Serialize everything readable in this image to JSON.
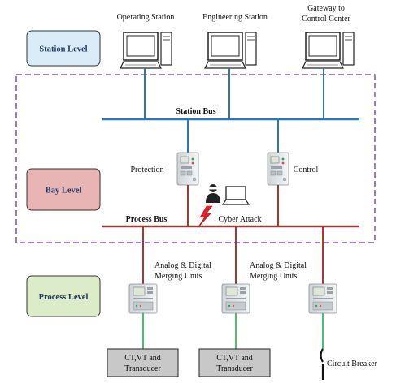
{
  "levels": {
    "station": {
      "label": "Station Level",
      "fill": "#d9ecf7"
    },
    "bay": {
      "label": "Bay Level",
      "fill": "#e8b4b4"
    },
    "process": {
      "label": "Process Level",
      "fill": "#dcecc8"
    }
  },
  "computers": {
    "operating": "Operating Station",
    "engineering": "Engineering Station",
    "gateway_line1": "Gateway to",
    "gateway_line2": "Control Center"
  },
  "buses": {
    "station": {
      "label": "Station Bus",
      "color": "#2e75b6"
    },
    "process": {
      "label": "Process Bus",
      "color": "#9e3b36"
    }
  },
  "ieds": {
    "protection": "Protection",
    "control": "Control"
  },
  "attack": {
    "label": "Cyber Attack",
    "bolt_color": "#e8202a"
  },
  "merging_units": {
    "mu1_line1": "Analog & Digital",
    "mu1_line2": "Merging Units",
    "mu2_line1": "Analog & Digital",
    "mu2_line2": "Merging Units"
  },
  "field_devices": {
    "ctvt1_line1": "CT,VT and",
    "ctvt1_line2": "Transducer",
    "ctvt2_line1": "CT,VT and",
    "ctvt2_line2": "Transducer",
    "breaker": "Circuit Breaker"
  },
  "colors": {
    "field_link": "#22b14c",
    "boundary": "#7030a0"
  }
}
